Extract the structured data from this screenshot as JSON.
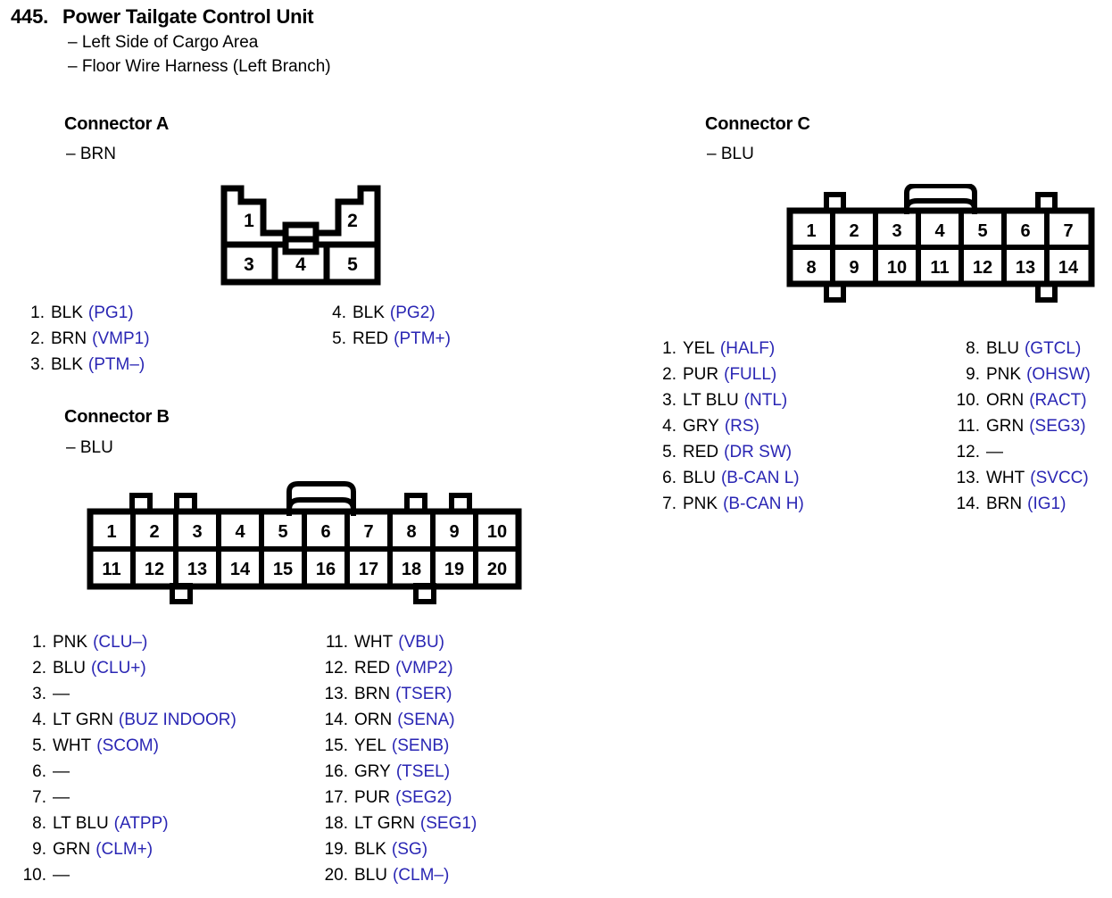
{
  "header": {
    "number": "445.",
    "title": "Power Tailgate Control Unit",
    "sublines": [
      "– Left Side of Cargo Area",
      "– Floor Wire Harness (Left Branch)"
    ]
  },
  "colors": {
    "signal_blue": "#2a26b4",
    "text_black": "#000000",
    "background": "#ffffff"
  },
  "connectors": [
    {
      "id": "a",
      "title": "Connector A",
      "sub": "– BRN",
      "shape": "5-pin-2-row-notched",
      "diagram": {
        "top_row_labels": [
          "1",
          "2"
        ],
        "bottom_row_labels": [
          "3",
          "4",
          "5"
        ]
      },
      "pins_left": [
        {
          "num": "1.",
          "wire": "BLK",
          "sig": "(PG1)"
        },
        {
          "num": "2.",
          "wire": "BRN",
          "sig": "(VMP1)"
        },
        {
          "num": "3.",
          "wire": "BLK",
          "sig": "(PTM–)"
        }
      ],
      "pins_right": [
        {
          "num": "4.",
          "wire": "BLK",
          "sig": "(PG2)"
        },
        {
          "num": "5.",
          "wire": "RED",
          "sig": "(PTM+)"
        }
      ]
    },
    {
      "id": "b",
      "title": "Connector B",
      "sub": "– BLU",
      "shape": "20-pin-2x10-latched",
      "diagram": {
        "top_row_labels": [
          "1",
          "2",
          "3",
          "4",
          "5",
          "6",
          "7",
          "8",
          "9",
          "10"
        ],
        "bottom_row_labels": [
          "11",
          "12",
          "13",
          "14",
          "15",
          "16",
          "17",
          "18",
          "19",
          "20"
        ]
      },
      "pins_left": [
        {
          "num": "1.",
          "wire": "PNK",
          "sig": "(CLU–)"
        },
        {
          "num": "2.",
          "wire": "BLU",
          "sig": "(CLU+)"
        },
        {
          "num": "3.",
          "wire": "—",
          "sig": ""
        },
        {
          "num": "4.",
          "wire": "LT GRN",
          "sig": "(BUZ INDOOR)"
        },
        {
          "num": "5.",
          "wire": "WHT",
          "sig": "(SCOM)"
        },
        {
          "num": "6.",
          "wire": "—",
          "sig": ""
        },
        {
          "num": "7.",
          "wire": "—",
          "sig": ""
        },
        {
          "num": "8.",
          "wire": "LT BLU",
          "sig": "(ATPP)"
        },
        {
          "num": "9.",
          "wire": "GRN",
          "sig": "(CLM+)"
        },
        {
          "num": "10.",
          "wire": "—",
          "sig": ""
        }
      ],
      "pins_right": [
        {
          "num": "11.",
          "wire": "WHT",
          "sig": "(VBU)"
        },
        {
          "num": "12.",
          "wire": "RED",
          "sig": "(VMP2)"
        },
        {
          "num": "13.",
          "wire": "BRN",
          "sig": "(TSER)"
        },
        {
          "num": "14.",
          "wire": "ORN",
          "sig": "(SENA)"
        },
        {
          "num": "15.",
          "wire": "YEL",
          "sig": "(SENB)"
        },
        {
          "num": "16.",
          "wire": "GRY",
          "sig": "(TSEL)"
        },
        {
          "num": "17.",
          "wire": "PUR",
          "sig": "(SEG2)"
        },
        {
          "num": "18.",
          "wire": "LT GRN",
          "sig": "(SEG1)"
        },
        {
          "num": "19.",
          "wire": "BLK",
          "sig": "(SG)"
        },
        {
          "num": "20.",
          "wire": "BLU",
          "sig": "(CLM–)"
        }
      ]
    },
    {
      "id": "c",
      "title": "Connector C",
      "sub": "– BLU",
      "shape": "14-pin-2x7-latched",
      "diagram": {
        "top_row_labels": [
          "1",
          "2",
          "3",
          "4",
          "5",
          "6",
          "7"
        ],
        "bottom_row_labels": [
          "8",
          "9",
          "10",
          "11",
          "12",
          "13",
          "14"
        ]
      },
      "pins_left": [
        {
          "num": "1.",
          "wire": "YEL",
          "sig": "(HALF)"
        },
        {
          "num": "2.",
          "wire": "PUR",
          "sig": "(FULL)"
        },
        {
          "num": "3.",
          "wire": "LT BLU",
          "sig": "(NTL)"
        },
        {
          "num": "4.",
          "wire": "GRY",
          "sig": "(RS)"
        },
        {
          "num": "5.",
          "wire": "RED",
          "sig": "(DR SW)"
        },
        {
          "num": "6.",
          "wire": "BLU",
          "sig": "(B-CAN L)"
        },
        {
          "num": "7.",
          "wire": "PNK",
          "sig": "(B-CAN H)"
        }
      ],
      "pins_right": [
        {
          "num": "8.",
          "wire": "BLU",
          "sig": "(GTCL)"
        },
        {
          "num": "9.",
          "wire": "PNK",
          "sig": "(OHSW)"
        },
        {
          "num": "10.",
          "wire": "ORN",
          "sig": "(RACT)"
        },
        {
          "num": "11.",
          "wire": "GRN",
          "sig": "(SEG3)"
        },
        {
          "num": "12.",
          "wire": "—",
          "sig": ""
        },
        {
          "num": "13.",
          "wire": "WHT",
          "sig": "(SVCC)"
        },
        {
          "num": "14.",
          "wire": "BRN",
          "sig": "(IG1)"
        }
      ]
    }
  ]
}
